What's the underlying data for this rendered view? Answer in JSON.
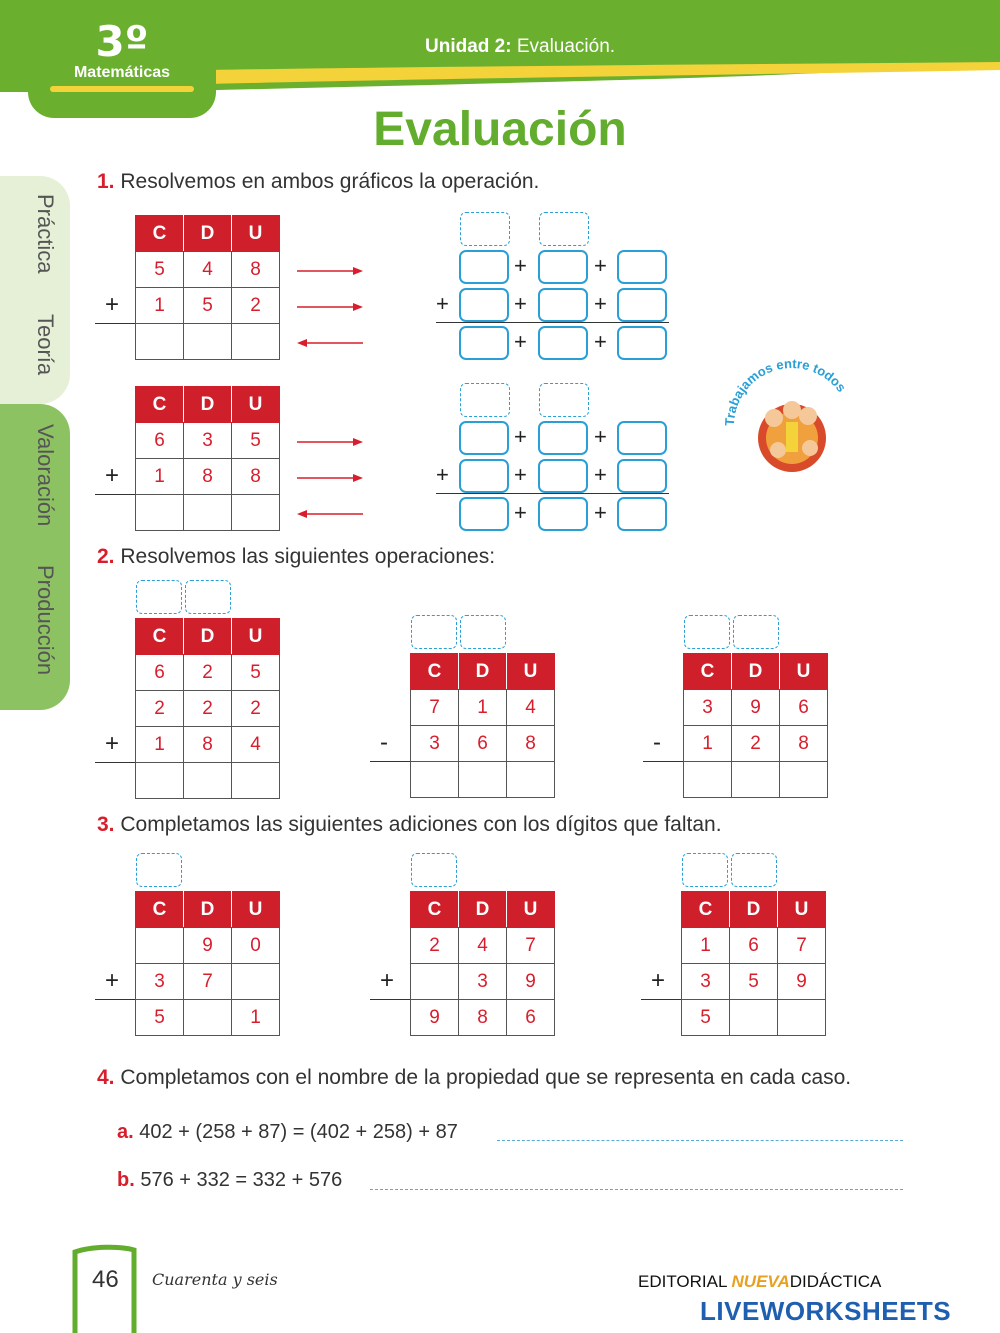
{
  "header": {
    "grade": "3º",
    "subject": "Matemáticas",
    "unit_bold": "Unidad 2:",
    "unit_rest": " Evaluación."
  },
  "title": "Evaluación",
  "side_tabs": [
    "Práctica",
    "Teoría",
    "Valoración",
    "Producción"
  ],
  "questions": {
    "q1": {
      "num": "1.",
      "text": " Resolvemos en ambos gráficos la operación."
    },
    "q2": {
      "num": "2.",
      "text": " Resolvemos las siguientes operaciones:"
    },
    "q3": {
      "num": "3.",
      "text": " Completamos las siguientes adiciones con los dígitos que faltan."
    },
    "q4": {
      "num": "4.",
      "text": " Completamos con el nombre de la propiedad que se representa en cada caso."
    }
  },
  "grid_headers": [
    "C",
    "D",
    "U"
  ],
  "q1_grids": [
    {
      "op": "+",
      "rows": [
        [
          "5",
          "4",
          "8"
        ],
        [
          "1",
          "5",
          "2"
        ],
        [
          "",
          "",
          ""
        ]
      ]
    },
    {
      "op": "+",
      "rows": [
        [
          "6",
          "3",
          "5"
        ],
        [
          "1",
          "8",
          "8"
        ],
        [
          "",
          "",
          ""
        ]
      ]
    }
  ],
  "q2_grids": [
    {
      "op": "+",
      "rows": [
        [
          "6",
          "2",
          "5"
        ],
        [
          "2",
          "2",
          "2"
        ],
        [
          "1",
          "8",
          "4"
        ],
        [
          "",
          "",
          ""
        ]
      ]
    },
    {
      "op": "-",
      "rows": [
        [
          "7",
          "1",
          "4"
        ],
        [
          "3",
          "6",
          "8"
        ],
        [
          "",
          "",
          ""
        ]
      ]
    },
    {
      "op": "-",
      "rows": [
        [
          "3",
          "9",
          "6"
        ],
        [
          "1",
          "2",
          "8"
        ],
        [
          "",
          "",
          ""
        ]
      ]
    }
  ],
  "q3_grids": [
    {
      "op": "+",
      "rows": [
        [
          "",
          "9",
          "0"
        ],
        [
          "3",
          "7",
          ""
        ],
        [
          "5",
          "",
          "1"
        ]
      ]
    },
    {
      "op": "+",
      "rows": [
        [
          "2",
          "4",
          "7"
        ],
        [
          "",
          "3",
          "9"
        ],
        [
          "9",
          "8",
          "6"
        ]
      ]
    },
    {
      "op": "+",
      "rows": [
        [
          "1",
          "6",
          "7"
        ],
        [
          "3",
          "5",
          "9"
        ],
        [
          "5",
          "",
          ""
        ]
      ]
    }
  ],
  "q4": {
    "a_letter": "a.",
    "a_expr": " 402 +  (258 + 87) = (402 + 258) + 87",
    "b_letter": "b.",
    "b_expr": " 576 + 332 = 332 + 576"
  },
  "badge_text": "Trabajamos entre todos",
  "footer": {
    "page": "46",
    "page_words": "Cuarenta y seis",
    "publisher_a": "EDITORIAL ",
    "publisher_b": "NUEVA",
    "publisher_c": "DIDÁCTICA",
    "watermark": "LIVEWORKSHEETS"
  },
  "colors": {
    "green": "#62ac2e",
    "red": "#cf1f2a",
    "blue": "#2a9fd6"
  }
}
